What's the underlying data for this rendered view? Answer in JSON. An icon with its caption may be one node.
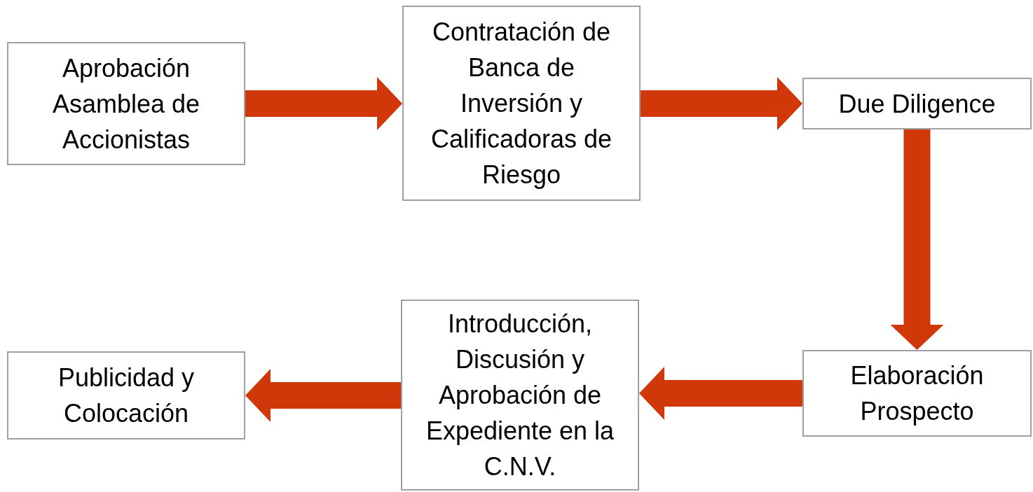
{
  "diagram": {
    "nodes": [
      {
        "text": [
          "Aprobación Asamblea de Accionistas"
        ]
      },
      {
        "text": [
          "Contratación de Banca de Inversión y Calificadoras de Riesgo"
        ]
      },
      {
        "text": [
          "Due Diligence"
        ]
      },
      {
        "text": [
          "Elaboración Prospecto"
        ]
      },
      {
        "text": [
          "Introducción, Discusión y Aprobación de Expediente en la C.N.V."
        ]
      },
      {
        "text": [
          "Publicidad y Colocación"
        ]
      }
    ],
    "edges": [
      {
        "from": 0,
        "to": 1,
        "arrow": "to"
      },
      {
        "from": 1,
        "to": 2,
        "arrow": "to"
      },
      {
        "from": 2,
        "to": 3,
        "arrow": "to"
      },
      {
        "from": 3,
        "to": 4,
        "arrow": "to"
      },
      {
        "from": 4,
        "to": 5,
        "arrow": "to"
      }
    ]
  }
}
